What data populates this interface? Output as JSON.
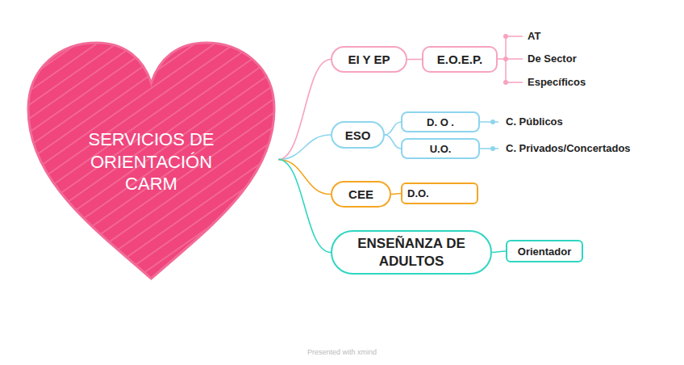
{
  "diagram": {
    "nodes": [
      {
        "text": [
          "SERVICIOS DE ORIENTACIÓN CARM"
        ]
      },
      {
        "text": [
          "EI Y EP"
        ]
      },
      {
        "text": [
          "E.O.E.P."
        ]
      },
      {
        "text": [
          "ESO"
        ]
      },
      {
        "text": [
          "D. O ."
        ]
      },
      {
        "text": [
          "U.O."
        ]
      },
      {
        "text": [
          "CEE"
        ]
      },
      {
        "text": [
          "D.O."
        ]
      },
      {
        "text": [
          "ENSEÑANZA DE ADULTOS"
        ]
      },
      {
        "text": [
          "Orientador"
        ]
      }
    ],
    "edges": [
      {
        "from": 0,
        "to": 1,
        "arrow": "none"
      },
      {
        "from": 1,
        "to": 2,
        "arrow": "none"
      },
      {
        "from": 0,
        "to": 3,
        "arrow": "none"
      },
      {
        "from": 3,
        "to": 4,
        "arrow": "none"
      },
      {
        "from": 3,
        "to": 5,
        "arrow": "none"
      },
      {
        "from": 0,
        "to": 6,
        "arrow": "none"
      },
      {
        "from": 6,
        "to": 7,
        "arrow": "none"
      },
      {
        "from": 0,
        "to": 8,
        "arrow": "none"
      },
      {
        "from": 8,
        "to": 9,
        "arrow": "none"
      }
    ],
    "labels": [
      "AT",
      "De Sector",
      "Específicos",
      "C. Públicos",
      "C. Privados/Concertados",
      "Presented with xmind"
    ]
  }
}
